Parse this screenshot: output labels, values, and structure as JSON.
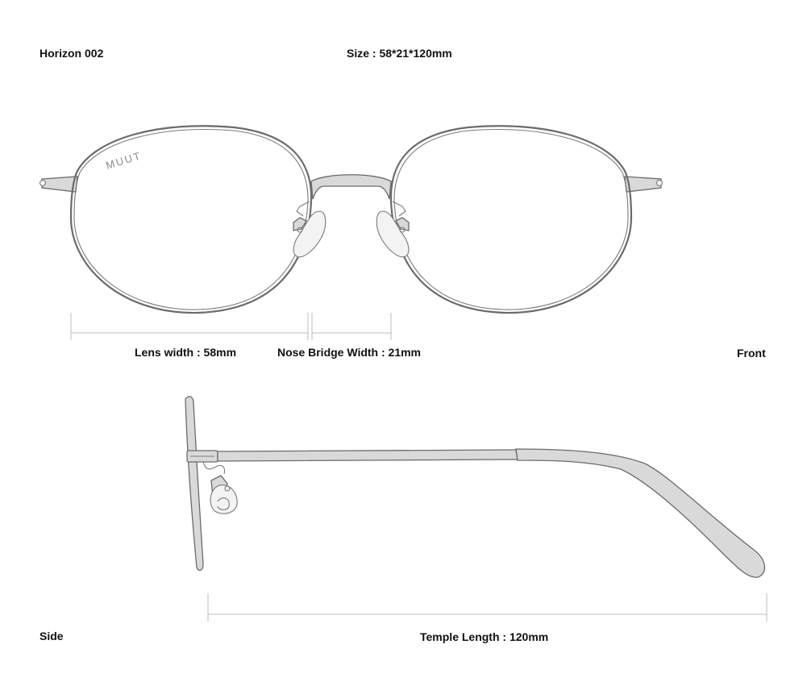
{
  "header": {
    "model": "Horizon 002",
    "size": "Size : 58*21*120mm"
  },
  "front_view": {
    "view_label": "Front",
    "brand_mark": "MUUT",
    "lens_width_label": "Lens width : 58mm",
    "nose_bridge_label": "Nose Bridge Width : 21mm"
  },
  "side_view": {
    "view_label": "Side",
    "temple_length_label": "Temple Length : 120mm"
  },
  "colors": {
    "frame_stroke": "#6b6b6b",
    "metal_fill": "#d9d9d9",
    "dimension_line": "#bdbdbd",
    "text": "#111111"
  }
}
